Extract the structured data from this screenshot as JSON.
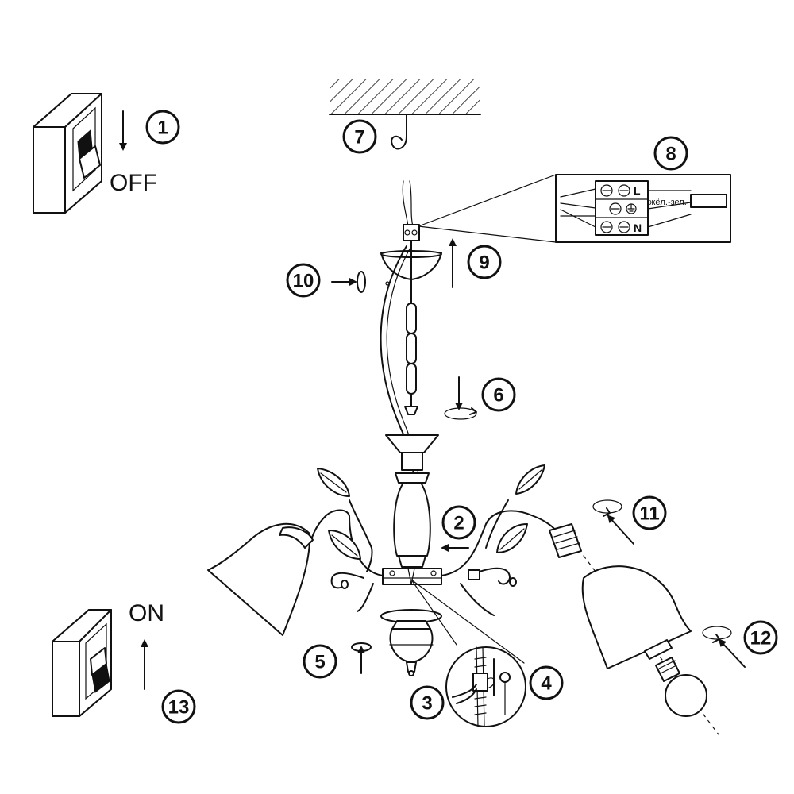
{
  "labels": {
    "off": "OFF",
    "on": "ON",
    "wire_color": "жёл.-зел.",
    "terminal_l": "L",
    "terminal_n": "N"
  },
  "steps": [
    "1",
    "2",
    "3",
    "4",
    "5",
    "6",
    "7",
    "8",
    "9",
    "10",
    "11",
    "12",
    "13"
  ],
  "icons": {
    "switch": "wall-switch-icon",
    "hook": "ceiling-hook-icon",
    "ground": "ground-symbol-icon"
  },
  "colors": {
    "line": "#111111",
    "background": "#ffffff"
  }
}
